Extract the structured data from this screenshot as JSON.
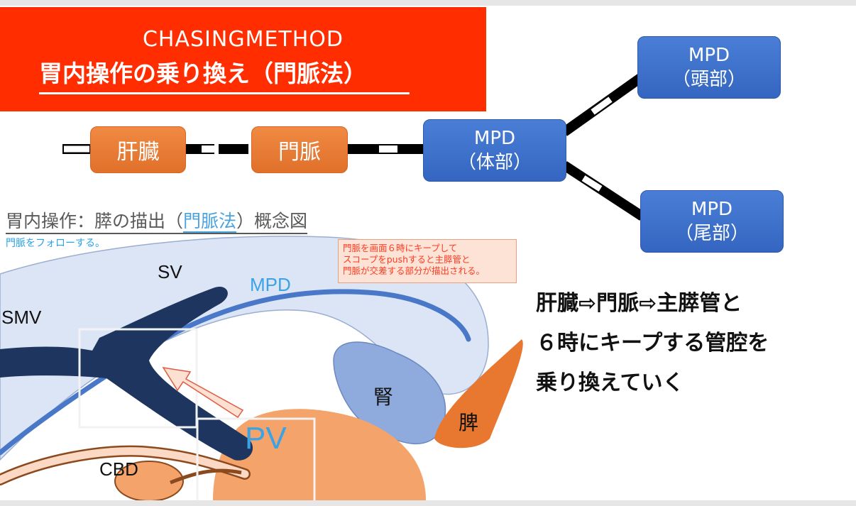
{
  "title": {
    "en": "CHASINGMETHOD",
    "jp": "胃内操作の乗り換え（門脈法）"
  },
  "flow": {
    "liver": "肝臓",
    "portal": "門脈",
    "mpd_body": [
      "MPD",
      "（体部）"
    ],
    "mpd_head": [
      "MPD",
      "（頭部）"
    ],
    "mpd_tail": [
      "MPD",
      "（尾部）"
    ]
  },
  "diagram": {
    "title_pre": "胃内操作：膵の描出（",
    "title_link": "門脈法",
    "title_post": "）概念図",
    "subtitle": "門脈をフォローする。",
    "note": [
      "門脈を画面６時にキープして",
      "スコープをpushすると主膵管と",
      "門脈が交差する部分が描出される。"
    ],
    "labels": {
      "sv": "SV",
      "smv": "SMV",
      "mpd": "MPD",
      "pv": "PV",
      "cbd": "CBD",
      "kidney": "腎",
      "spleen": "脾"
    }
  },
  "main_text": [
    "肝臓⇨門脈⇨主膵管と",
    "６時にキープする管腔を",
    "乗り換えていく"
  ],
  "colors": {
    "title_bg": "#ff2d00",
    "orange_box": "#e8772f",
    "blue_box": "#3d72cc",
    "pancreas": "#dce5f5",
    "vessel": "#1e3560",
    "label_blue": "#3aa3e6"
  }
}
